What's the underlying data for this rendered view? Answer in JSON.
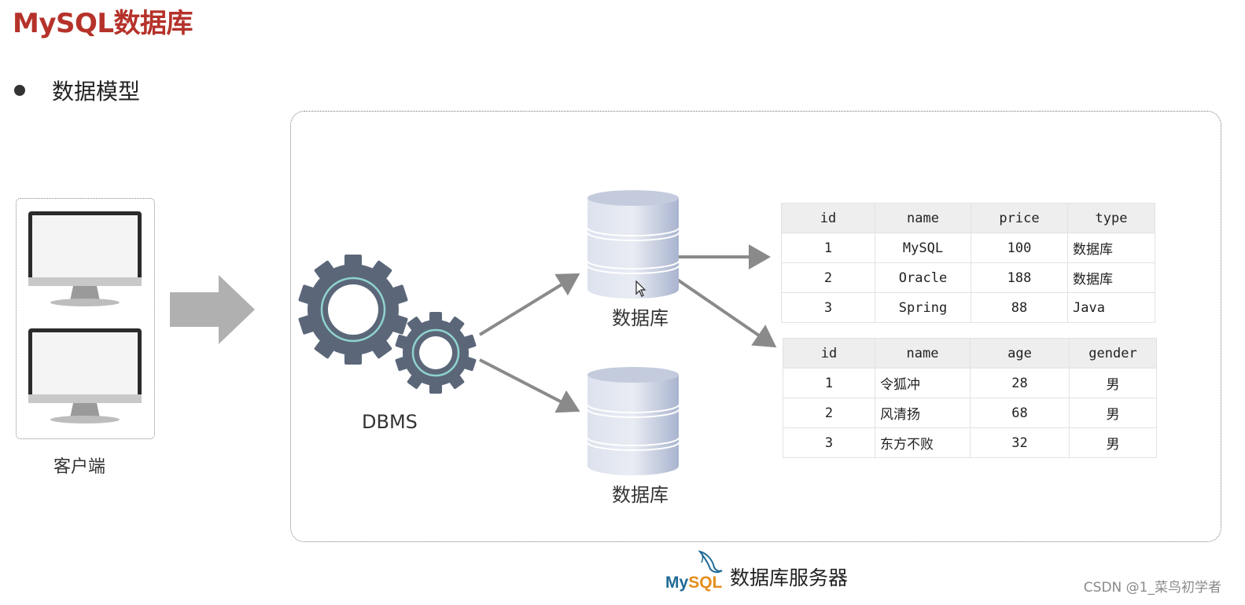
{
  "title": "MySQL数据库",
  "bullet": "数据模型",
  "client_label": "客户端",
  "dbms_label": "DBMS",
  "databases": [
    {
      "label": "数据库"
    },
    {
      "label": "数据库"
    }
  ],
  "table1": {
    "headers": [
      "id",
      "name",
      "price",
      "type"
    ],
    "rows": [
      [
        "1",
        "MySQL",
        "100",
        "数据库"
      ],
      [
        "2",
        "Oracle",
        "188",
        "数据库"
      ],
      [
        "3",
        "Spring",
        "88",
        "Java"
      ]
    ]
  },
  "table2": {
    "headers": [
      "id",
      "name",
      "age",
      "gender"
    ],
    "rows": [
      [
        "1",
        "令狐冲",
        "28",
        "男"
      ],
      [
        "2",
        "风清扬",
        "68",
        "男"
      ],
      [
        "3",
        "东方不败",
        "32",
        "男"
      ]
    ]
  },
  "footer": {
    "logo_my": "My",
    "logo_sql": "SQL",
    "text": "数据库服务器"
  },
  "watermark": "CSDN @1_菜鸟初学者",
  "colors": {
    "title": "#b5322a",
    "gear": "#5b6779",
    "gear_ring": "#8fd3cf",
    "arrow": "#8a8a8a",
    "big_arrow": "#b0b0b0",
    "cylinder_light": "#e6e9f2",
    "cylinder_dark": "#a9b4cf",
    "mysql_blue": "#1f6a96",
    "mysql_orange": "#e48d1c"
  }
}
